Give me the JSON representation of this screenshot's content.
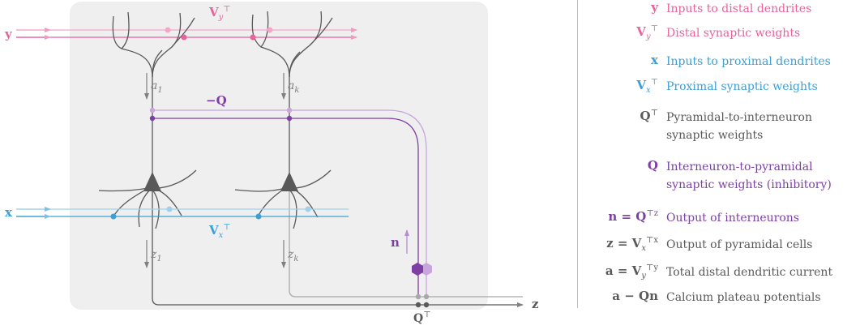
{
  "colors": {
    "pink": "#e8629c",
    "pink_light": "#f4a8c8",
    "blue": "#3aa0d6",
    "blue_light": "#9fd0ee",
    "purple": "#7e3fa5",
    "purple_light": "#c8a5dd",
    "gray": "#595959",
    "gray_light": "#a8a8a8",
    "panel": "#efefef"
  },
  "diagram": {
    "input_y": "y",
    "input_x": "x",
    "output_z": "z",
    "weight_vy": "V_y^⊤",
    "weight_vx": "V_x^⊤",
    "neg_q": "−Q",
    "q_top": "Q^⊤",
    "a1": "a_1",
    "ak": "a_k",
    "z1": "z_1",
    "zk": "z_k",
    "n": "n"
  },
  "legend": {
    "rows": [
      {
        "symbol": "y",
        "desc": "Inputs to distal dendrites",
        "color": "#e8629c"
      },
      {
        "symbol": "V_y^⊤",
        "desc": "Distal synaptic weights",
        "color": "#e8629c"
      },
      {
        "symbol": "x",
        "desc": "Inputs to proximal dendrites",
        "color": "#3aa0d6"
      },
      {
        "symbol": "V_x^⊤",
        "desc": "Proximal synaptic weights",
        "color": "#3aa0d6"
      },
      {
        "symbol": "Q^⊤",
        "desc": "Pyramidal-to-interneuron\nsynaptic weights",
        "color": "#595959"
      },
      {
        "symbol": "Q",
        "desc": "Interneuron-to-pyramidal\nsynaptic weights (inhibitory)",
        "color": "#7e3fa5"
      },
      {
        "symbol": "n = Q^⊤z",
        "desc": "Output of interneurons",
        "color": "#7e3fa5"
      },
      {
        "symbol": "z = V_x^⊤x",
        "desc": "Output of pyramidal cells",
        "color": "#595959"
      },
      {
        "symbol": "a = V_y^⊤y",
        "desc": "Total distal dendritic current",
        "color": "#595959"
      },
      {
        "symbol": "a − Qn",
        "desc": "Calcium plateau potentials",
        "color": "#595959"
      }
    ]
  }
}
